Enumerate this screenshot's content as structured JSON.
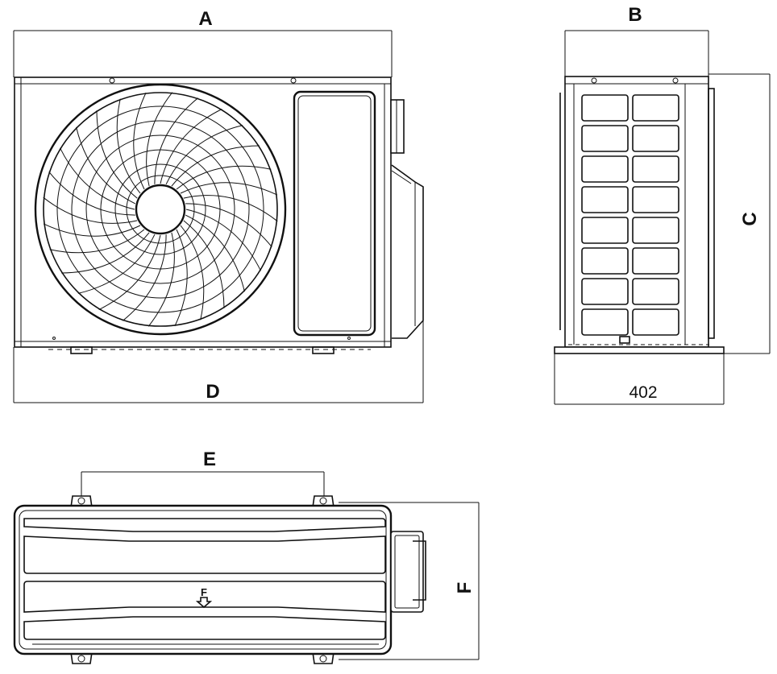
{
  "dimensions": {
    "a": "A",
    "b": "B",
    "c": "C",
    "d": "D",
    "e": "E",
    "f": "F",
    "depth_value": "402"
  },
  "airflow_marker": "F"
}
